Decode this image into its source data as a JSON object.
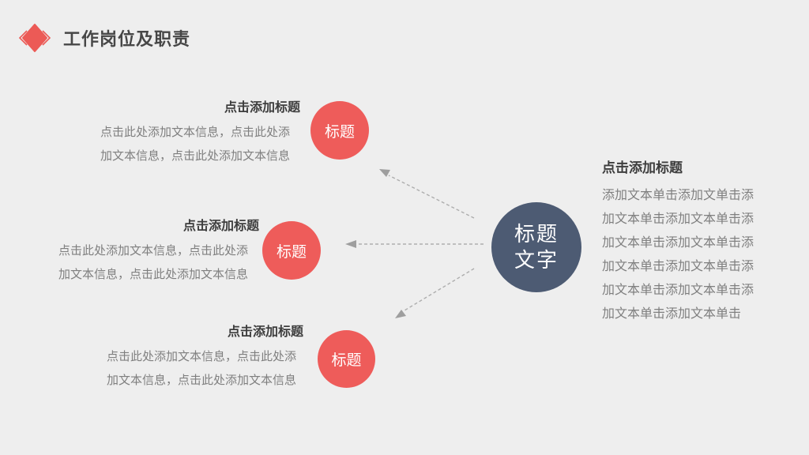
{
  "slide": {
    "title": "工作岗位及职责"
  },
  "colors": {
    "background": "#eeeeee",
    "accent_red": "#ee5c5a",
    "accent_dark": "#4d5b73",
    "heading_text": "#3d3d3d",
    "body_text": "#7f7f7f",
    "arrow": "#a8a8a8"
  },
  "center_circle": {
    "label_line1": "标题",
    "label_line2": "文字"
  },
  "blocks": [
    {
      "title": "点击添加标题",
      "body_line1": "点击此处添加文本信息，点击此处添",
      "body_line2": "加文本信息，点击此处添加文本信息",
      "circle_label": "标题"
    },
    {
      "title": "点击添加标题",
      "body_line1": "点击此处添加文本信息，点击此处添",
      "body_line2": "加文本信息，点击此处添加文本信息",
      "circle_label": "标题"
    },
    {
      "title": "点击添加标题",
      "body_line1": "点击此处添加文本信息，点击此处添",
      "body_line2": "加文本信息，点击此处添加文本信息",
      "circle_label": "标题"
    }
  ],
  "right_block": {
    "title": "点击添加标题",
    "lines": [
      "添加文本单击添加文单击添",
      "加文本单击添加文本单击添",
      "加文本单击添加文本单击添",
      "加文本单击添加文本单击添",
      "加文本单击添加文本单击添",
      "加文本单击添加文本单击"
    ]
  }
}
